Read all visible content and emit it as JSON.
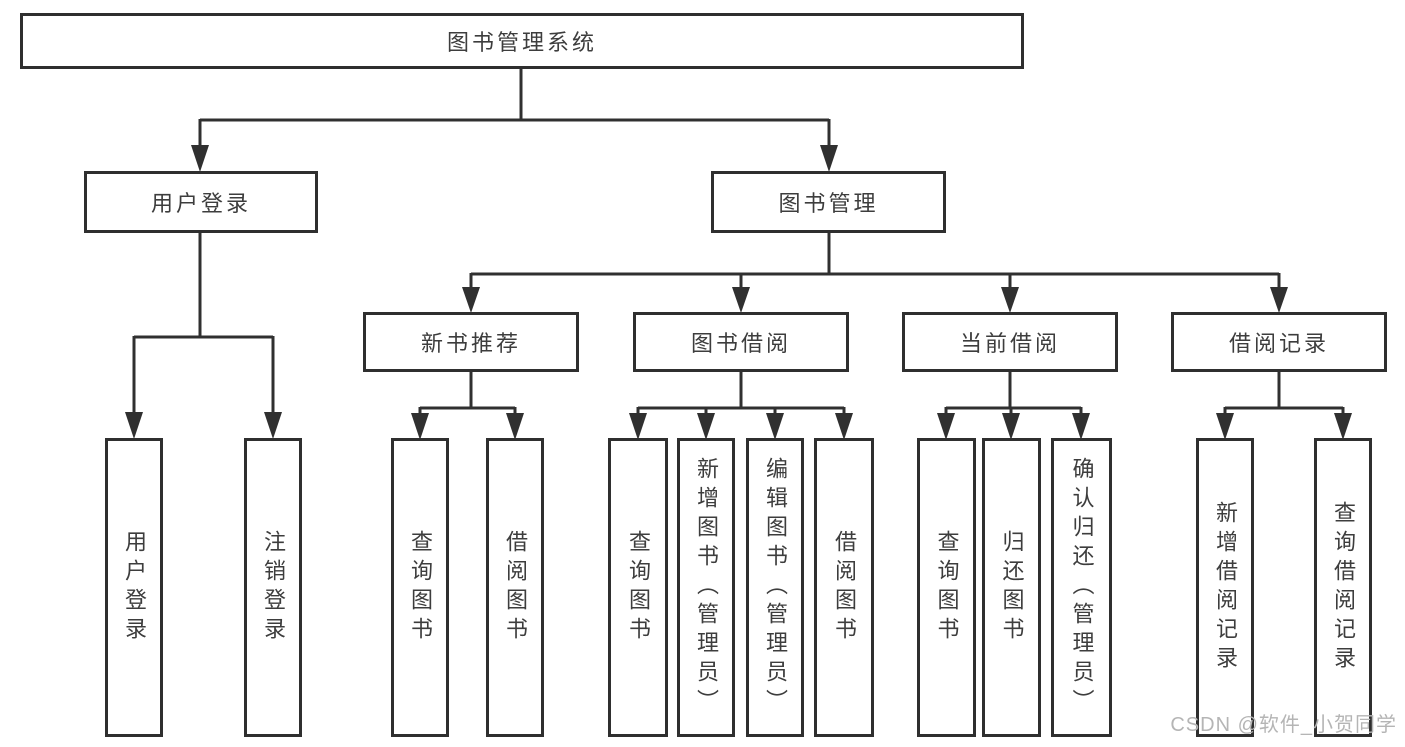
{
  "tree": {
    "label": "图书管理系统",
    "children": [
      {
        "label": "用户登录",
        "children": [
          {
            "label": "用户登录"
          },
          {
            "label": "注销登录"
          }
        ]
      },
      {
        "label": "图书管理",
        "children": [
          {
            "label": "新书推荐",
            "children": [
              {
                "label": "查询图书"
              },
              {
                "label": "借阅图书"
              }
            ]
          },
          {
            "label": "图书借阅",
            "children": [
              {
                "label": "查询图书"
              },
              {
                "label": "新增图书（管理员）"
              },
              {
                "label": "编辑图书（管理员）"
              },
              {
                "label": "借阅图书"
              }
            ]
          },
          {
            "label": "当前借阅",
            "children": [
              {
                "label": "查询图书"
              },
              {
                "label": "归还图书"
              },
              {
                "label": "确认归还（管理员）"
              }
            ]
          },
          {
            "label": "借阅记录",
            "children": [
              {
                "label": "新增借阅记录"
              },
              {
                "label": "查询借阅记录"
              }
            ]
          }
        ]
      }
    ]
  },
  "watermark": {
    "text": "CSDN @软件_小贺同学"
  },
  "colors": {
    "line": "#303030",
    "box_border": "#2f2f2f",
    "text": "#3d3d3d",
    "watermark": "#b5b5b5",
    "background": "#ffffff"
  }
}
